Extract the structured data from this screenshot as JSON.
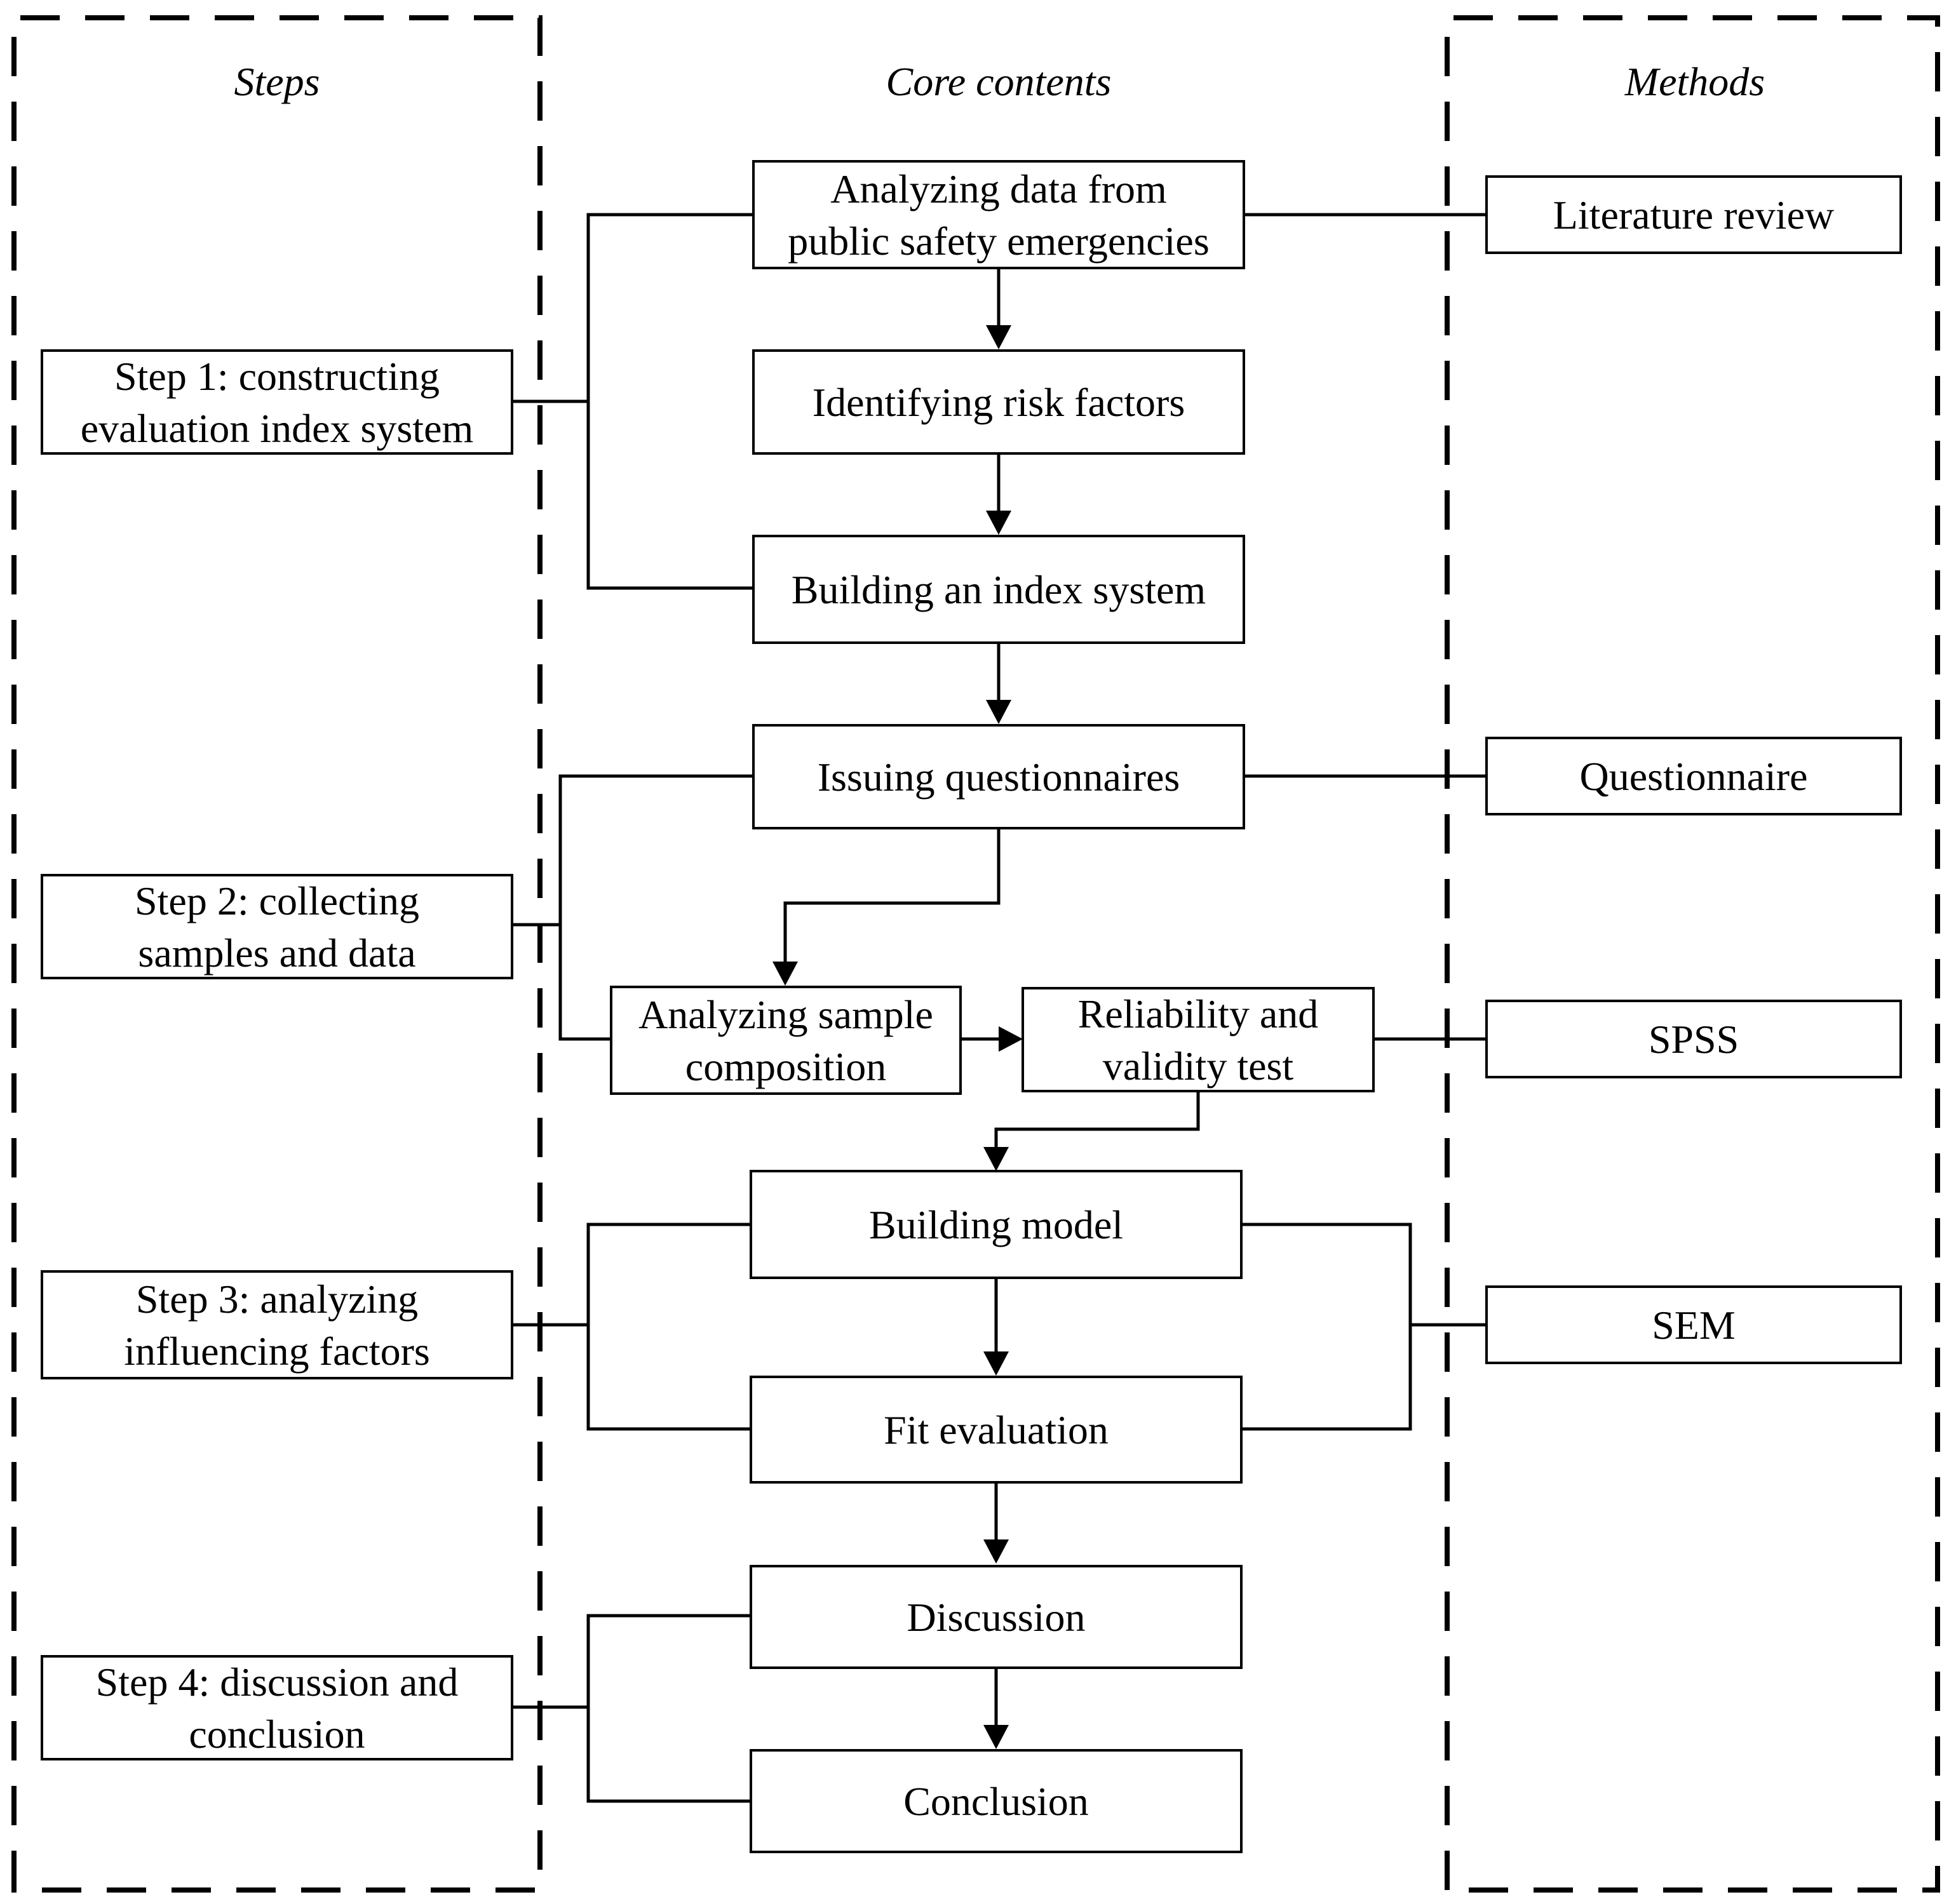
{
  "headers": {
    "steps": "Steps",
    "core": "Core contents",
    "methods": "Methods"
  },
  "steps": [
    {
      "lines": [
        "Step 1: constructing",
        "evaluation index system"
      ]
    },
    {
      "lines": [
        "Step 2: collecting",
        "samples and data"
      ]
    },
    {
      "lines": [
        "Step 3: analyzing",
        "influencing factors"
      ]
    },
    {
      "lines": [
        "Step 4: discussion and",
        "conclusion"
      ]
    }
  ],
  "core": [
    {
      "lines": [
        "Analyzing data from",
        "public safety emergencies"
      ]
    },
    {
      "lines": [
        "Identifying risk factors"
      ]
    },
    {
      "lines": [
        "Building an index system"
      ]
    },
    {
      "lines": [
        "Issuing questionnaires"
      ]
    },
    {
      "lines": [
        "Analyzing sample",
        "composition"
      ]
    },
    {
      "lines": [
        "Reliability and",
        "validity test"
      ]
    },
    {
      "lines": [
        "Building model"
      ]
    },
    {
      "lines": [
        "Fit evaluation"
      ]
    },
    {
      "lines": [
        "Discussion"
      ]
    },
    {
      "lines": [
        "Conclusion"
      ]
    }
  ],
  "methods": [
    {
      "lines": [
        "Literature review"
      ]
    },
    {
      "lines": [
        "Questionnaire"
      ]
    },
    {
      "lines": [
        "SPSS"
      ]
    },
    {
      "lines": [
        "SEM"
      ]
    }
  ]
}
